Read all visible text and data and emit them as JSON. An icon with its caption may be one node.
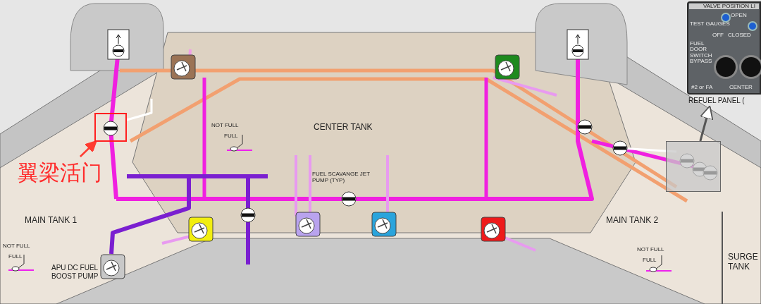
{
  "diagram": {
    "nodes": [
      {
        "text": [
          "翼梁活门"
        ]
      },
      {
        "text": [],
        "shape": "box"
      },
      {
        "text": [
          "VALVE POSITION LI",
          "TEST GAUGES",
          "OFF",
          "OPEN",
          "CLOSED",
          "FUEL DOOR SWITCH BYPASS",
          "#2 or FA",
          "CENTER",
          "REFUEL PANEL ("
        ]
      },
      {
        "text": [],
        "shape": "box"
      }
    ],
    "edges": [
      {
        "from": 0,
        "to": 1,
        "arrow": "to",
        "color": "#ff3b30"
      },
      {
        "from": 3,
        "to": 2,
        "arrow": "to",
        "color": "#555555"
      }
    ],
    "labels": [
      "CENTER TANK",
      "NOT FULL",
      "FULL",
      "FUEL SCAVANGE JET PUMP (TYP)",
      "MAIN TANK 1",
      "NOT FULL",
      "FULL",
      "APU DC FUEL BOOST PUMP",
      "MAIN TANK 2",
      "NOT FULL",
      "FULL",
      "SURGE TANK"
    ]
  }
}
